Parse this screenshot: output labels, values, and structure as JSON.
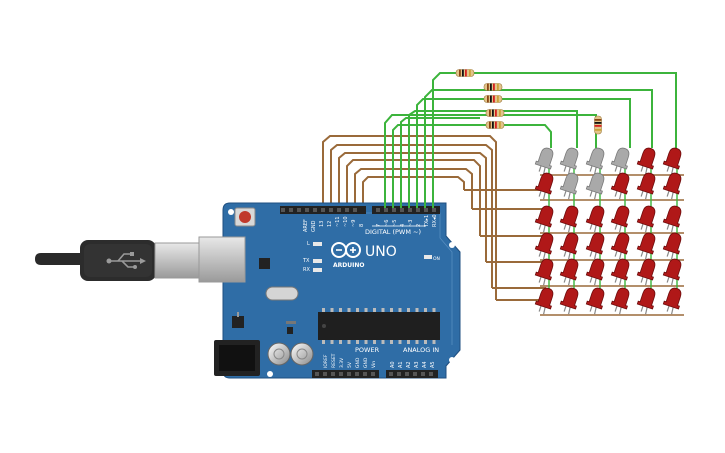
{
  "board": {
    "model_text": "UNO",
    "brand_text": "ARDUINO",
    "digital_header_label": "DIGITAL (PWM ~)",
    "power_label": "POWER",
    "analog_label": "ANALOG IN",
    "on_label": "ON",
    "led_l": "L",
    "led_tx": "TX",
    "led_rx": "RX",
    "digital_pins": [
      "AREF",
      "GND",
      "13",
      "12",
      "~11",
      "~10",
      "~9",
      "8",
      "7",
      "~6",
      "~5",
      "4",
      "~3",
      "2",
      "TX▸1",
      "RX◂0"
    ],
    "power_pins": [
      "IOREF",
      "RESET",
      "3.3V",
      "5V",
      "GND",
      "GND",
      "Vin"
    ],
    "analog_pins": [
      "A0",
      "A1",
      "A2",
      "A3",
      "A4",
      "A5"
    ]
  },
  "led_matrix": {
    "rows": 6,
    "cols": 6,
    "lit_color": "#b01818",
    "off_color": "#a9a9a9",
    "off_leds": [
      [
        0,
        0
      ],
      [
        0,
        1
      ],
      [
        0,
        2
      ],
      [
        0,
        3
      ],
      [
        1,
        1
      ],
      [
        1,
        2
      ]
    ]
  },
  "colors": {
    "board": "#2f6da6",
    "wire_green": "#3cb43c",
    "wire_brown": "#9a6a3a"
  },
  "icons": {
    "usb_cable": "usb-plug-icon",
    "reset_button": "reset-button-icon"
  }
}
